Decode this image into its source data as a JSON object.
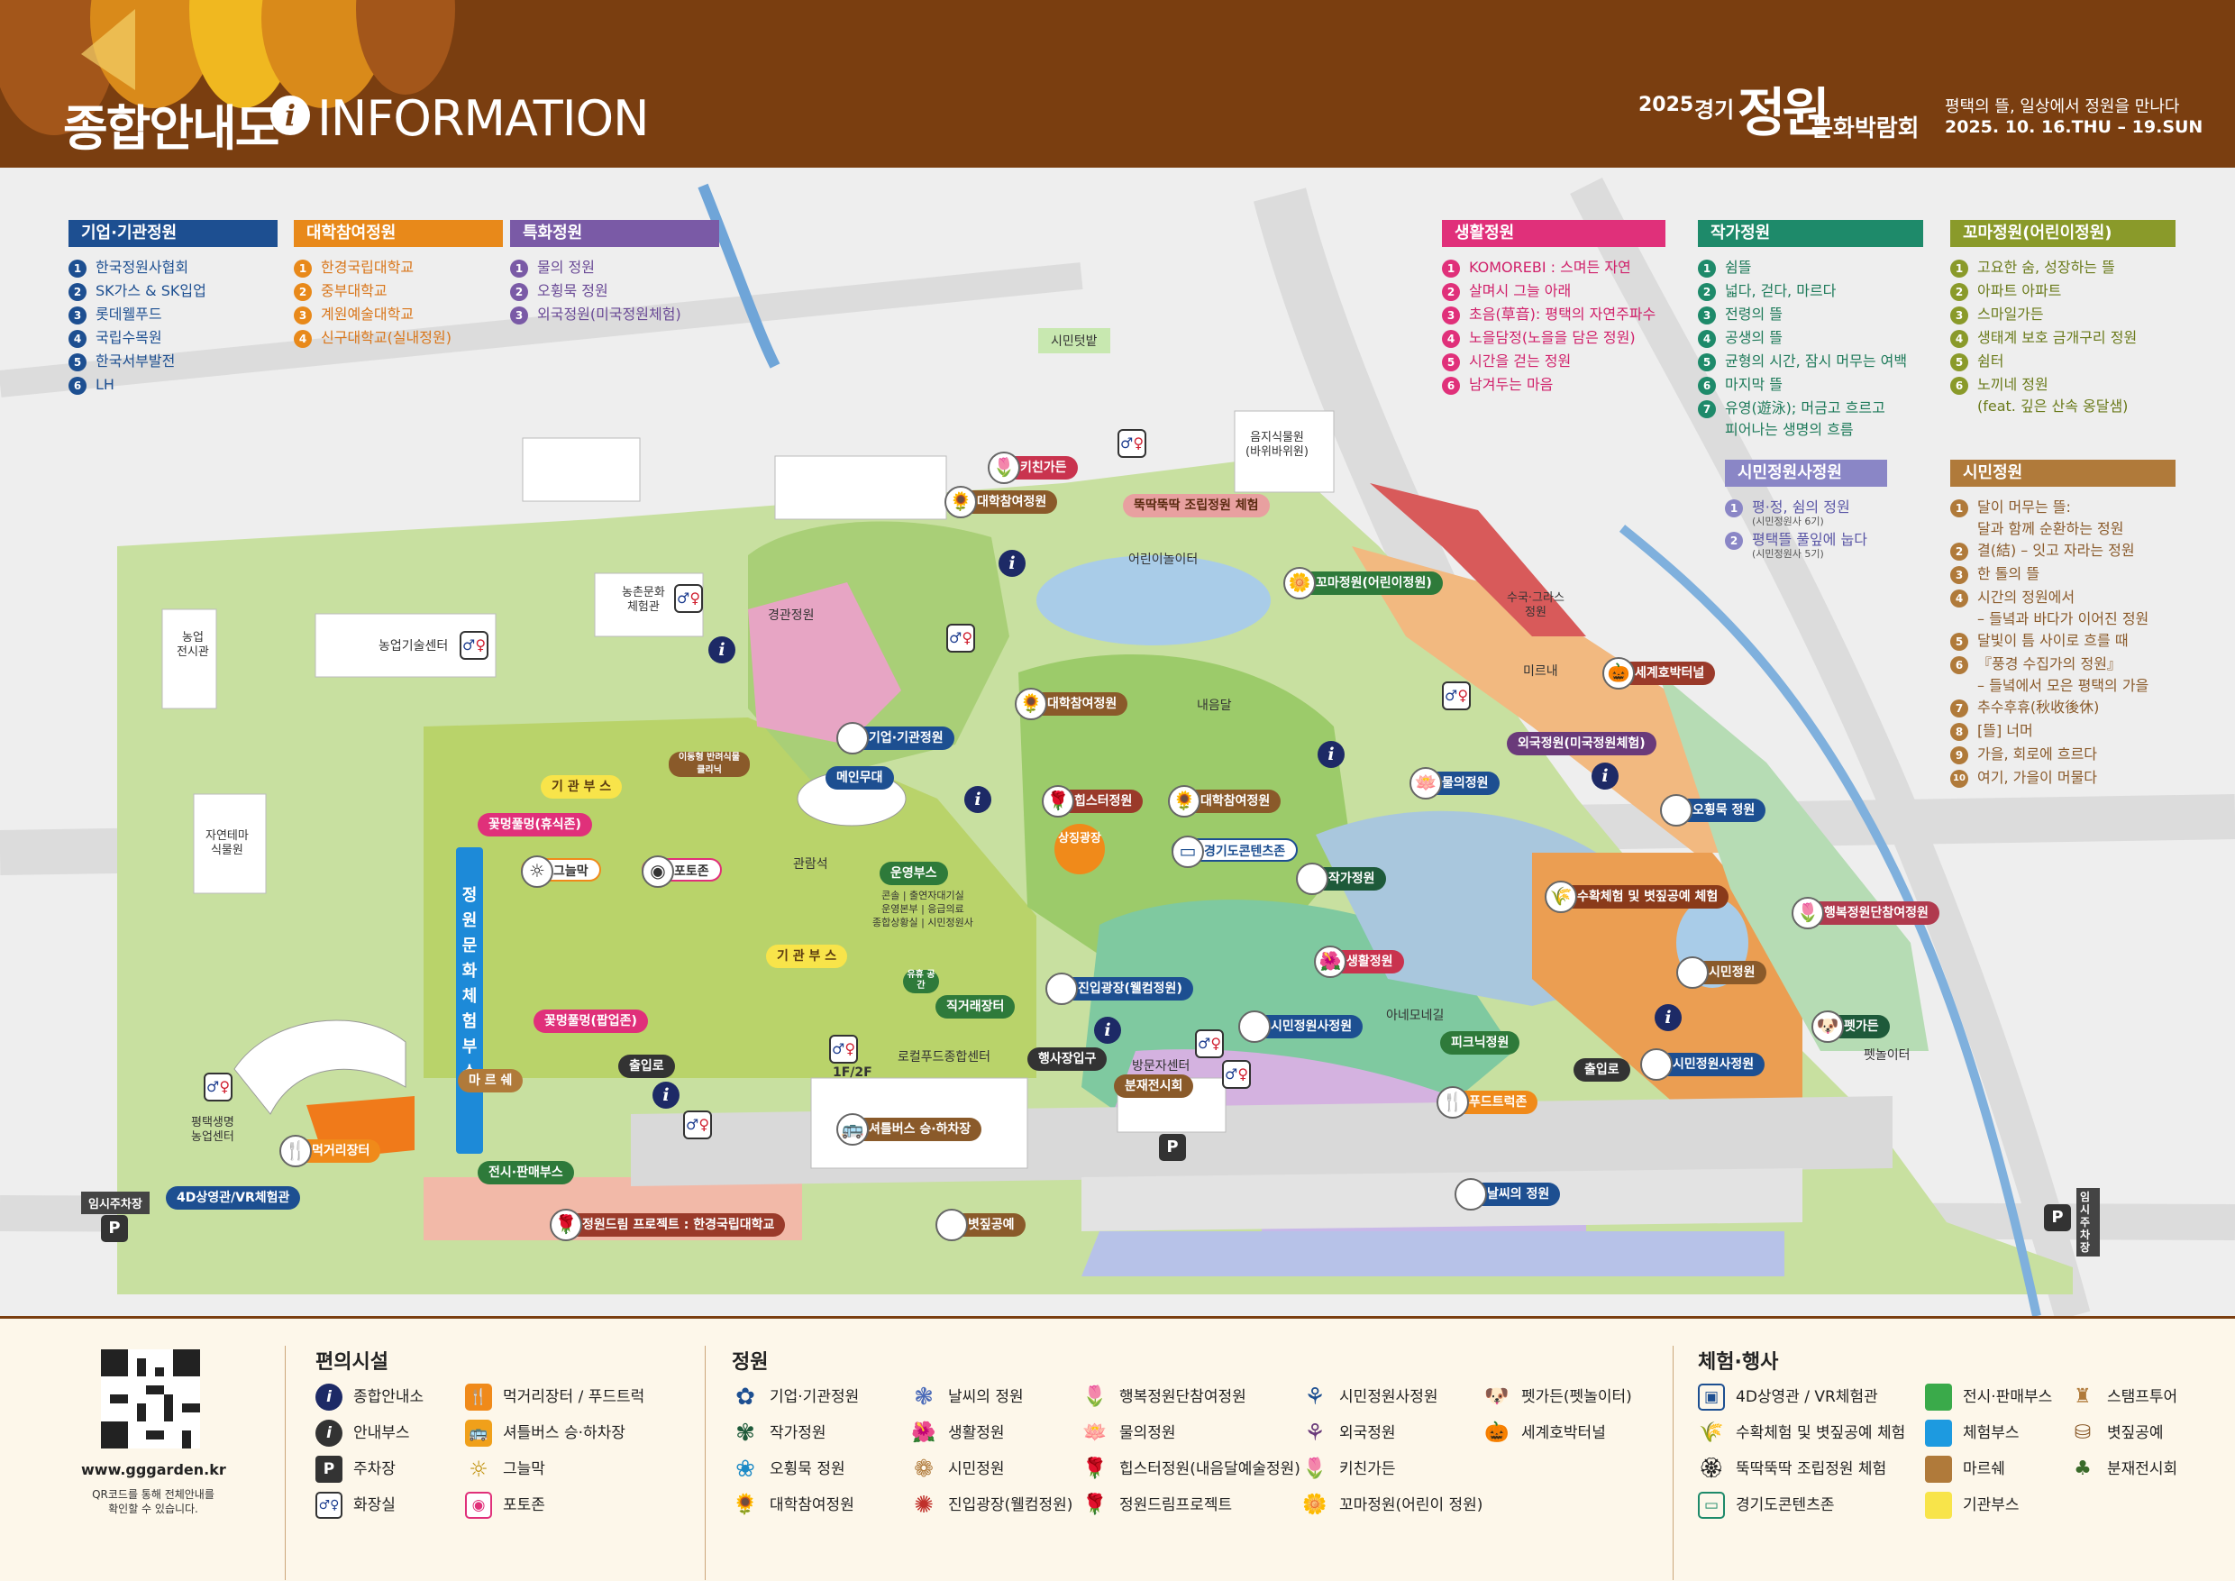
{
  "header": {
    "title_ko": "종합안내도",
    "title_i": "i",
    "title_en": "INFORMATION",
    "expo_year": "2025",
    "expo_gg": "경기",
    "expo_big": "정원",
    "expo_rest": "문화박람회",
    "slogan": "평택의 뜰, 일상에서 정원을 만나다",
    "date": "2025. 10. 16.THU – 19.SUN"
  },
  "colors": {
    "brown": "#7a3e10",
    "navy": "#1d4f91",
    "orange": "#e8891a",
    "purple": "#7a5aa6",
    "pink": "#e0307a",
    "teal": "#1e8a6a",
    "olive": "#8a9a2a",
    "lavender": "#8a86c6",
    "tan": "#b07a3a"
  },
  "categories": [
    {
      "title": "기업·기관정원",
      "items": [
        "한국정원사협회",
        "SK가스 & SK입업",
        "롯데웰푸드",
        "국립수목원",
        "한국서부발전",
        "LH"
      ]
    },
    {
      "title": "대학참여정원",
      "items": [
        "한경국립대학교",
        "중부대학교",
        "계원예술대학교",
        "신구대학교(실내정원)"
      ]
    },
    {
      "title": "특화정원",
      "items": [
        "물의 정원",
        "오휭묵 정원",
        "외국정원(미국정원체험)"
      ]
    },
    {
      "title": "생활정원",
      "items": [
        "KOMOREBI : 스며든 자연",
        "살며시 그늘 아래",
        "초음(草音): 평택의 자연주파수",
        "노을담정(노을을 담은 정원)",
        "시간을 걷는 정원",
        "남겨두는 마음"
      ]
    },
    {
      "title": "작가정원",
      "items": [
        "쉼뜰",
        "넓다, 걷다, 마르다",
        "전령의 뜰",
        "공생의 뜰",
        "균형의 시간, 잠시 머무는 여백",
        "마지막 뜰",
        "유영(遊泳); 머금고 흐르고",
        "피어나는 생명의 흐름"
      ]
    },
    {
      "title": "꼬마정원(어린이정원)",
      "items": [
        "고요한 숨, 성장하는 뜰",
        "아파트 아파트",
        "스마일가든",
        "생태계 보호 금개구리 정원",
        "쉼터",
        "노끼네 정원",
        "(feat. 깊은 산속 옹달샘)"
      ]
    },
    {
      "title": "시민정원사정원",
      "items": [
        "평·정, 쉼의 정원",
        "(시민정원사 6기)",
        "평택뜰 풀잎에 눕다",
        "(시민정원사 5기)"
      ]
    },
    {
      "title": "시민정원",
      "items": [
        "달이 머무는 뜰:",
        "달과 함께 순환하는 정원",
        "결(結) – 잇고 자라는 정원",
        "한 톨의 뜰",
        "시간의 정원에서",
        "– 들녘과 바다가 이어진 정원",
        "달빛이 틈 사이로 흐를 때",
        "『풍경 수집가의 정원』",
        "– 들녘에서 모은 평택의 가을",
        "추수후휴(秋收後休)",
        "[뜰] 너머",
        "가을, 회로에 흐르다",
        "여기, 가을이 머물다"
      ]
    }
  ],
  "map": {
    "plain_labels": [
      "시민텃밭",
      "음지식물원",
      "(바위바위원)",
      "어린이놀이터",
      "농촌문화",
      "체험관",
      "경관정원",
      "농업",
      "전시관",
      "농업기술센터",
      "자연테마",
      "식물원",
      "관람석",
      "내음달",
      "수국·그라스",
      "정원",
      "미르내",
      "아네모네길",
      "펫놀이터",
      "방문자센터",
      "평택생명",
      "농업센터",
      "로컬푸드종합센터",
      "1F/2F",
      "콘솔 | 출연자대기실",
      "운영본부 | 응급의료",
      "종합상황실 | 시민정원사",
      "임시주차장",
      "임시주차장"
    ],
    "pills": [
      "키친가든",
      "대학참여정원",
      "뚝딱뚝딱 조립정원 체험",
      "꼬마정원(어린이정원)",
      "기업·기관정원",
      "메인무대",
      "대학참여정원",
      "세계호박터널",
      "외국정원(미국정원체험)",
      "물의정원",
      "힙스터정원",
      "대학참여정원",
      "상징광장",
      "경기도콘텐츠존",
      "작가정원",
      "오휭묵 정원",
      "수확체험 및 볏짚공예 체험",
      "행복정원단참여정원",
      "생활정원",
      "시민정원",
      "운영부스",
      "기 관 부 스",
      "기 관 부 스",
      "이동형 반려식물클리닉",
      "꽃멍풀멍(휴식존)",
      "그늘막",
      "포토존",
      "정원문화체험부스",
      "마 르 쉐",
      "꽃멍풀멍(팝업존)",
      "출입로",
      "출입로",
      "행사장입구",
      "진입광장(웰컴정원)",
      "직거래장터",
      "유휴 공간",
      "시민정원사정원",
      "피크닉정원",
      "시민정원사정원",
      "펫가든",
      "분재전시회",
      "푸드트럭존",
      "먹거리장터",
      "4D상영관/VR체험관",
      "전시·판매부스",
      "셔틀버스 승·하차장",
      "정원드림 프로젝트 : 한경국립대학교",
      "볏짚공예",
      "날씨의 정원"
    ]
  },
  "legend": {
    "qr_url": "www.gggarden.kr",
    "qr_note_1": "QR코드를 통해 전체안내를",
    "qr_note_2": "확인할 수 있습니다.",
    "facilities_title": "편의시설",
    "facilities": [
      "종합안내소",
      "안내부스",
      "주차장",
      "화장실",
      "먹거리장터 / 푸드트럭",
      "셔틀버스 승·하차장",
      "그늘막",
      "포토존"
    ],
    "gardens_title": "정원",
    "gardens": [
      "기업·기관정원",
      "작가정원",
      "오휭묵 정원",
      "대학참여정원",
      "날씨의 정원",
      "생활정원",
      "시민정원",
      "진입광장(웰컴정원)",
      "행복정원단참여정원",
      "물의정원",
      "힙스터정원(내음달예술정원)",
      "정원드림프로젝트",
      "시민정원사정원",
      "외국정원",
      "키친가든",
      "꼬마정원(어린이 정원)",
      "펫가든(펫놀이터)",
      "세계호박터널"
    ],
    "events_title": "체험·행사",
    "events": [
      "4D상영관 / VR체험관",
      "수확체험 및 볏짚공예 체험",
      "뚝딱뚝딱 조립정원 체험",
      "경기도콘텐츠존",
      "전시·판매부스",
      "체험부스",
      "마르쉐",
      "기관부스",
      "스탬프투어",
      "볏짚공예",
      "분재전시회"
    ]
  }
}
